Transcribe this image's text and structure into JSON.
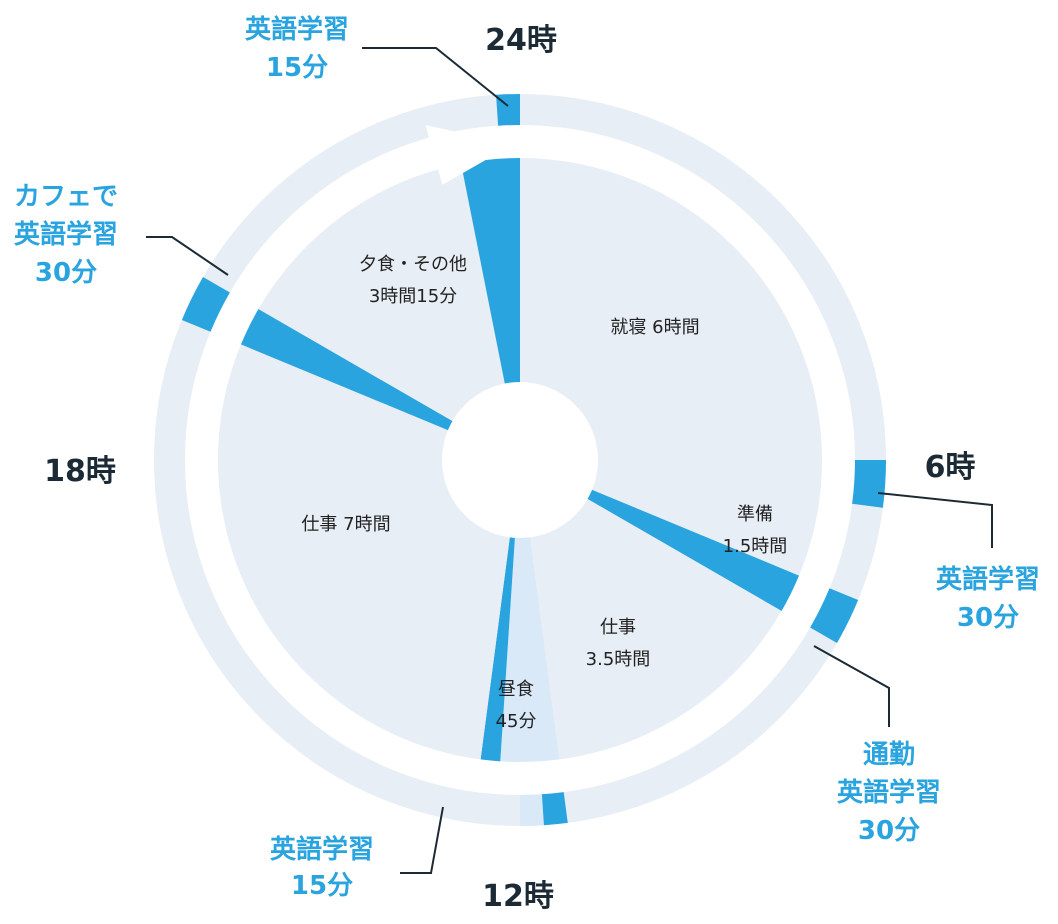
{
  "chart_data": {
    "type": "pie",
    "title": "",
    "units": "hours",
    "colors": {
      "segment": "#e8eef5",
      "study": "#2aa4df",
      "lunch": "#d9e9f8",
      "hour_text": "#1c2a36",
      "label_text": "#222222",
      "background": "#ffffff"
    },
    "inner_segments": [
      {
        "id": "sleep",
        "start": 0,
        "end": 6,
        "lines": [
          "就寝 6時間"
        ],
        "color": "segment"
      },
      {
        "id": "prep",
        "start": 6,
        "end": 7.5,
        "lines": [
          "準備",
          "1.5時間"
        ],
        "color": "segment"
      },
      {
        "id": "commute-study",
        "start": 7.5,
        "end": 8,
        "lines": [],
        "color": "study"
      },
      {
        "id": "work-am",
        "start": 8,
        "end": 11.5,
        "lines": [
          "仕事",
          "3.5時間"
        ],
        "color": "segment"
      },
      {
        "id": "lunch",
        "start": 11.5,
        "end": 12.25,
        "lines": [
          "昼食",
          "45分"
        ],
        "color": "lunch"
      },
      {
        "id": "lunch-study",
        "start": 12.25,
        "end": 12.5,
        "lines": [],
        "color": "study"
      },
      {
        "id": "work-pm",
        "start": 12.5,
        "end": 19.5,
        "lines": [
          "仕事 7時間"
        ],
        "color": "segment"
      },
      {
        "id": "cafe-study",
        "start": 19.5,
        "end": 20,
        "lines": [],
        "color": "study"
      },
      {
        "id": "dinner",
        "start": 20,
        "end": 23.25,
        "lines": [
          "夕食・その他",
          "3時間15分"
        ],
        "color": "segment"
      },
      {
        "id": "night-study",
        "start": 23.25,
        "end": 24,
        "lines": [],
        "color": "study"
      }
    ],
    "outer_ring_marks": [
      {
        "id": "morning-study",
        "start": 6,
        "end": 6.5
      },
      {
        "id": "commute-study",
        "start": 7.5,
        "end": 8
      },
      {
        "id": "lunch-study",
        "start": 11.5,
        "end": 11.75
      },
      {
        "id": "cafe-study",
        "start": 19.5,
        "end": 20
      },
      {
        "id": "night-study",
        "start": 23.75,
        "end": 24
      }
    ],
    "outer_ring_highlight": {
      "start": 11.75,
      "end": 12
    },
    "hour_labels": [
      "24時",
      "6時",
      "12時",
      "18時"
    ],
    "callouts": [
      {
        "id": "night-study",
        "lines": [
          "英語学習",
          "15分"
        ]
      },
      {
        "id": "morning-study",
        "lines": [
          "英語学習",
          "30分"
        ]
      },
      {
        "id": "commute-study",
        "lines": [
          "通勤",
          "英語学習",
          "30分"
        ]
      },
      {
        "id": "lunch-study",
        "lines": [
          "英語学習",
          "15分"
        ]
      },
      {
        "id": "cafe-study",
        "lines": [
          "カフェで",
          "英語学習",
          "30分"
        ]
      }
    ]
  }
}
